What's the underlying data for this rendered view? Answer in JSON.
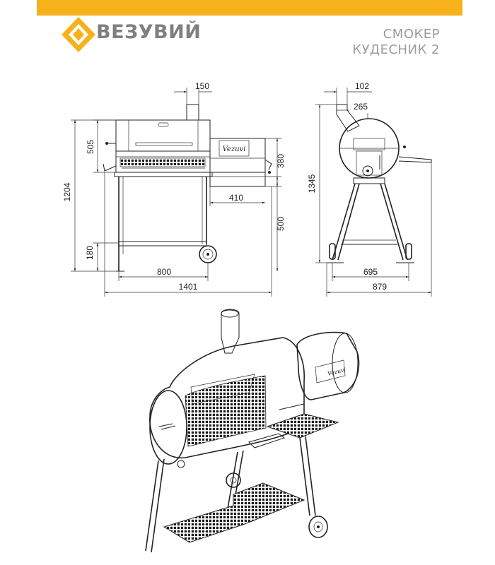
{
  "header": {
    "accent_color": "#f7b21b",
    "brand": "ВЕЗУВИЙ",
    "product_line1": "СМОКЕР",
    "product_line2": "КУДЕСНИК 2"
  },
  "front_view": {
    "dims": {
      "chimney_width": "150",
      "firebox_length": "410",
      "firebox_height": "380",
      "chamber_height": "505",
      "total_height": "1204",
      "lower_shelf_height": "180",
      "frame_width": "800",
      "table_height": "500",
      "total_width": "1401"
    }
  },
  "side_view": {
    "dims": {
      "pipe_offset": "102",
      "pipe_width": "265",
      "total_height": "1345",
      "leg_span": "695",
      "total_depth": "879"
    }
  },
  "isometric": {
    "label": "isometric-view"
  }
}
